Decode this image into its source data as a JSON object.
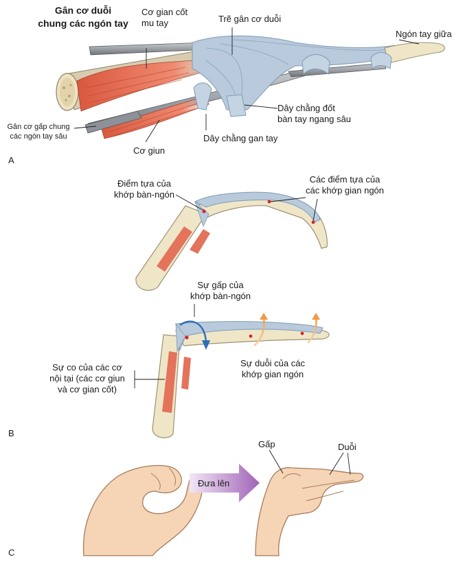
{
  "panel_a": {
    "letter": "A",
    "labels": {
      "extensor_tendon": [
        "Gân cơ duỗi",
        "chung các ngón tay"
      ],
      "interossei": [
        "Cơ gian cốt",
        "mu tay"
      ],
      "extensor_hood": "Trẽ gân cơ duỗi",
      "middle_finger": "Ngón tay giữa",
      "flexor_tendon": [
        "Gân cơ gấp chung",
        "các ngón tay sâu"
      ],
      "deep_transverse_ligament": [
        "Dây chằng đốt",
        "bàn tay ngang sâu"
      ],
      "palmar_ligament": "Dây chằng gan tay",
      "lumbrical": "Cơ giun"
    }
  },
  "panel_b": {
    "letter": "B",
    "labels": {
      "mcp_pivot": [
        "Điểm tựa của",
        "khớp bàn-ngón"
      ],
      "ip_pivots": [
        "Các điểm tựa của",
        "các khớp gian ngón"
      ],
      "mcp_flexion": [
        "Sự gấp của",
        "khớp bàn-ngón"
      ],
      "ip_extension": [
        "Sự duỗi của các",
        "khớp gian ngón"
      ],
      "intrinsic_contraction": [
        "Sự co của các cơ",
        "nội tại (các cơ giun",
        "và cơ gian cốt)"
      ]
    }
  },
  "panel_c": {
    "letter": "C",
    "labels": {
      "arrow": "Đưa lên",
      "flexion": "Gấp",
      "extension": "Duỗi"
    }
  },
  "colors": {
    "tendon_blue": "#b8cadb",
    "tendon_blue_dark": "#7f9bb6",
    "muscle_red": "#e4735c",
    "bone": "#efe6c8",
    "bone_edge": "#9c9070",
    "skin": "#f6d4b6",
    "skin_edge": "#a57b5a",
    "pivot": "#d6262b",
    "orange_arrow": "#f2a75a",
    "blue_arrow": "#2f6fb6",
    "purple_arrow": "#a064b6"
  }
}
